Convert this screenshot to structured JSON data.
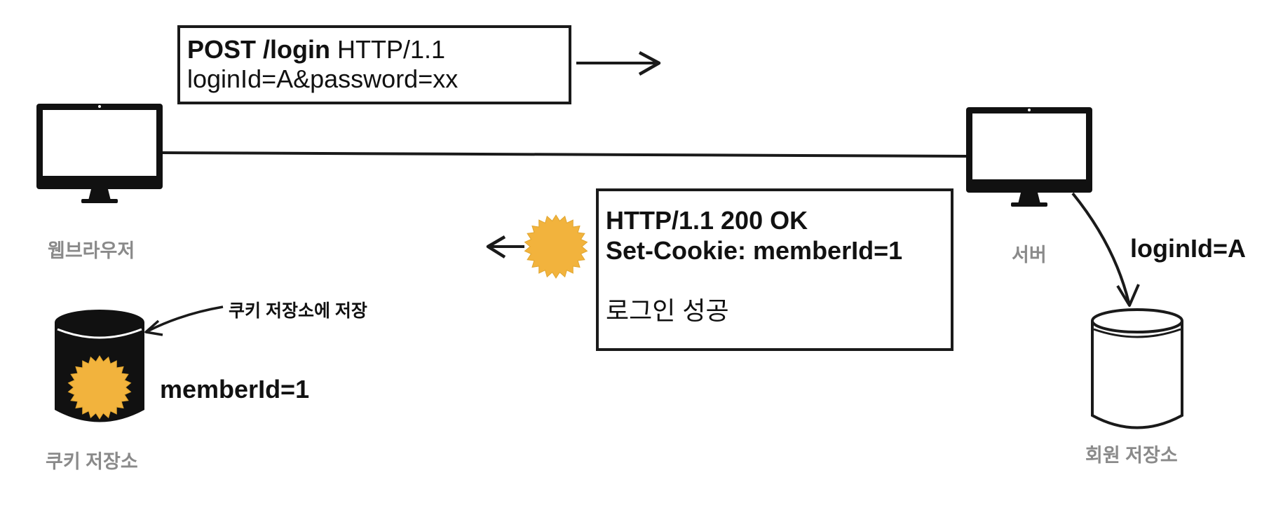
{
  "request": {
    "line1_method_path": "POST /login",
    "line1_version": " HTTP/1.1",
    "line2": "loginId=A&password=xx"
  },
  "response": {
    "line1": "HTTP/1.1 200 OK",
    "line2": "Set-Cookie: memberId=1",
    "line3": "로그인 성공"
  },
  "labels": {
    "browser": "웹브라우저",
    "server": "서버",
    "cookie_store": "쿠키 저장소",
    "member_store": "회원 저장소",
    "cookie_note": "쿠키 저장소에 저장",
    "login_id": "loginId=A",
    "member_id": "memberId=1"
  },
  "colors": {
    "cookie": "#f2b33d",
    "ink": "#111111",
    "caption": "#8a8a8a"
  },
  "icons": {
    "browser": "monitor-icon",
    "server": "monitor-icon",
    "cookie": "cookie-starburst-icon",
    "store": "database-cylinder-icon"
  }
}
